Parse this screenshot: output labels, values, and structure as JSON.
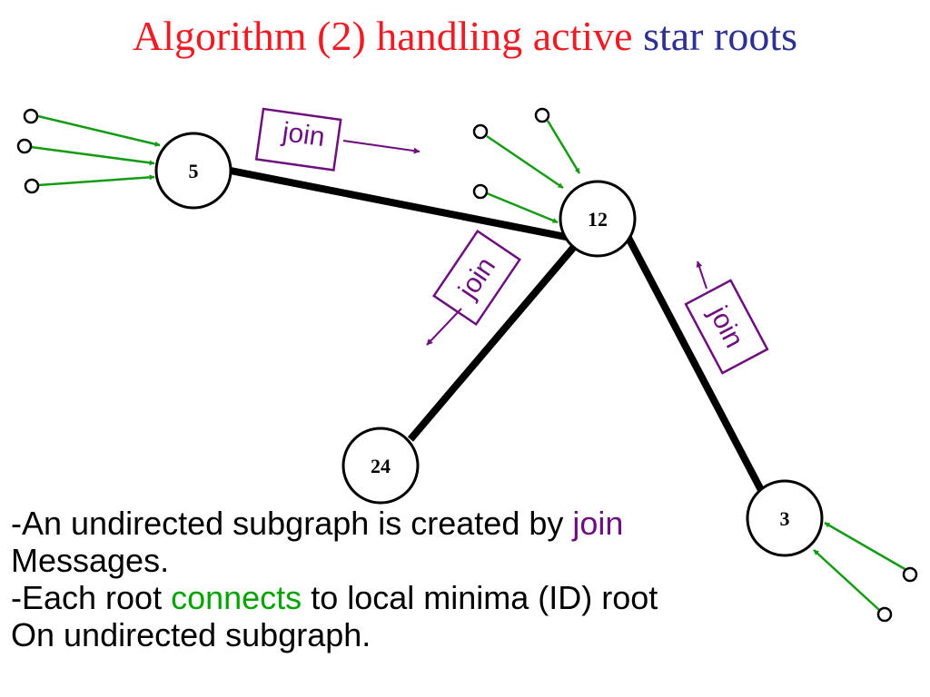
{
  "title": {
    "part_red": "Algorithm (2) handling active",
    "part_blue": "star roots"
  },
  "colors": {
    "title_red": "#ee1c24",
    "title_blue": "#2e3192",
    "message_purple": "#6d0f7f",
    "edge_green": "#149b14",
    "edge_black": "#000000"
  },
  "nodes": [
    {
      "id": "n5",
      "label": "5"
    },
    {
      "id": "n12",
      "label": "12"
    },
    {
      "id": "n24",
      "label": "24"
    },
    {
      "id": "n3",
      "label": "3"
    }
  ],
  "edges": [
    {
      "from": "5",
      "to": "12"
    },
    {
      "from": "12",
      "to": "24"
    },
    {
      "from": "12",
      "to": "3"
    }
  ],
  "join_messages": [
    {
      "label": "join",
      "from": "5"
    },
    {
      "label": "join",
      "from": "12"
    },
    {
      "label": "join",
      "from": "3"
    }
  ],
  "body": {
    "line1_pre": "-An undirected subgraph is created by ",
    "line1_join": "join",
    "line2": "Messages.",
    "line3_pre": "-Each root ",
    "line3_connects": "connects",
    "line3_post": " to local minima (ID) root",
    "line4": "On undirected subgraph."
  }
}
